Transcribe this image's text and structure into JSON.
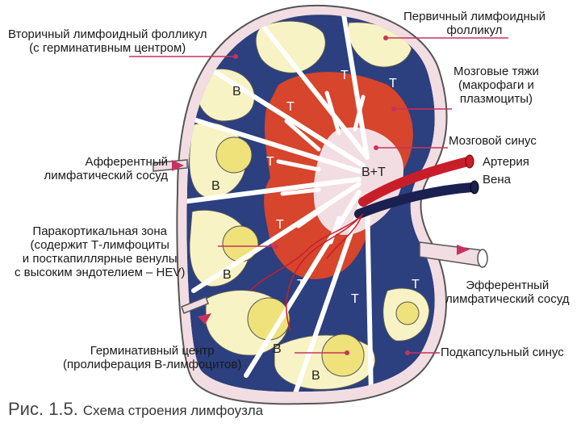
{
  "diagram": {
    "labels": {
      "secondary_follicle": [
        "Вторичный лимфоидный фолликул",
        "(с герминативным центром)"
      ],
      "primary_follicle": [
        "Первичный лимфоидный",
        "фолликул"
      ],
      "medullary_cords": [
        "Мозговые тяжи",
        "(макрофаги и",
        "плазмоциты)"
      ],
      "medullary_sinus": "Мозговой синус",
      "artery": "Артерия",
      "vein": "Вена",
      "afferent": [
        "Афферентный",
        "лимфатический сосуд"
      ],
      "paracortical": [
        "Паракортикальная зона",
        "(содержит Т-лимфоциты",
        "и посткапиллярные венулы",
        "с высоким эндотелием – HEV)"
      ],
      "efferent": [
        "Эфферентный",
        "лимфатический сосуд"
      ],
      "germinal_center": [
        "Герминативный центр",
        "(пролиферация В-лимфоцитов)"
      ],
      "subcapsular_sinus": "Подкапсульный синус"
    },
    "region_letters": {
      "b": "B",
      "t": "T",
      "center": "B+T"
    }
  },
  "caption": {
    "figure": "Рис. 1.5.",
    "text": "Схема строения лимфоузла"
  },
  "colors": {
    "capsule": "#f2dde3",
    "follicle": "#f7f3c4",
    "germinal": "#efe27a",
    "paracortex": "#2c3f7e",
    "medulla": "#d6452c",
    "pointer": "#c8325e",
    "artery": "#c81e2a",
    "vein": "#1a2050"
  }
}
